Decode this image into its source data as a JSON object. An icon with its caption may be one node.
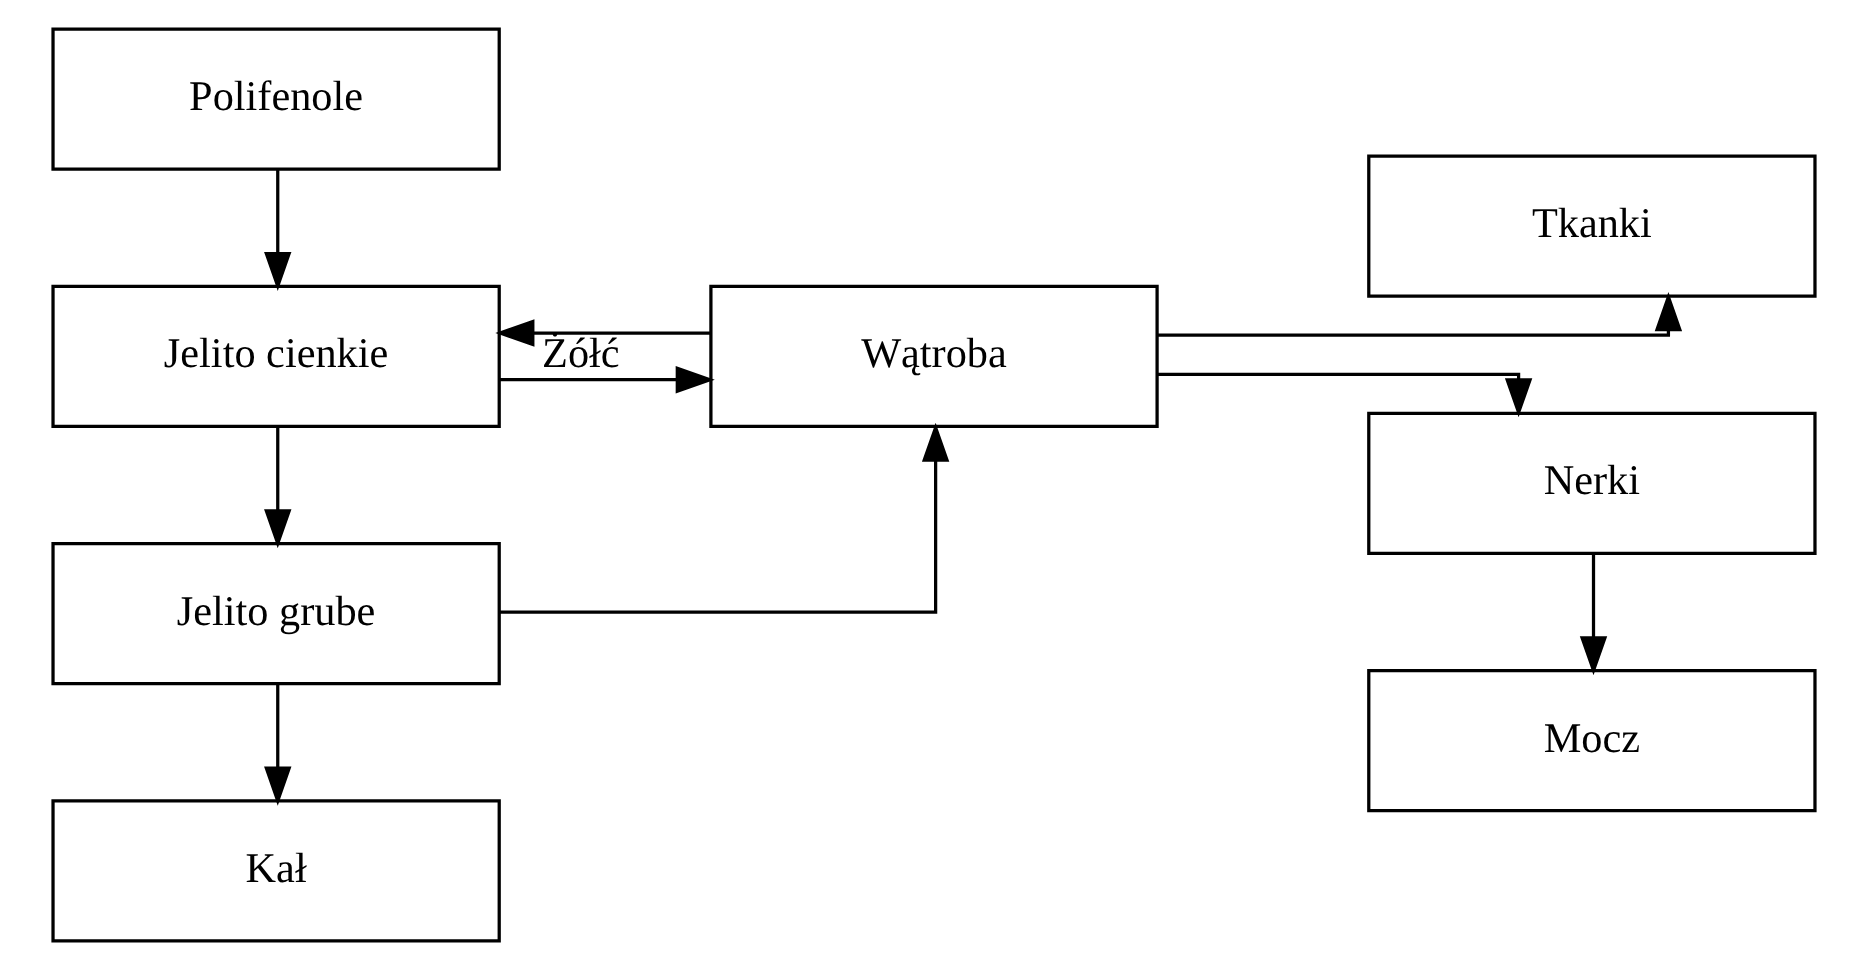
{
  "diagram": {
    "nodes": [
      {
        "text": [
          "Polifenole"
        ]
      },
      {
        "text": [
          "Jelito cienkie"
        ]
      },
      {
        "text": [
          "Wątroba"
        ]
      },
      {
        "text": [
          "Tkanki"
        ]
      },
      {
        "text": [
          "Jelito grube"
        ]
      },
      {
        "text": [
          "Nerki"
        ]
      },
      {
        "text": [
          "Kał"
        ]
      },
      {
        "text": [
          "Mocz"
        ]
      }
    ],
    "edges": [
      {
        "from": 0,
        "to": 1,
        "arrow": "to"
      },
      {
        "from": 1,
        "to": 2,
        "arrow": "to"
      },
      {
        "from": 2,
        "to": 1,
        "arrow": "to",
        "label": "Żółć"
      },
      {
        "from": 1,
        "to": 4,
        "arrow": "to"
      },
      {
        "from": 4,
        "to": 2,
        "arrow": "to"
      },
      {
        "from": 2,
        "to": 3,
        "arrow": "to"
      },
      {
        "from": 2,
        "to": 5,
        "arrow": "to"
      },
      {
        "from": 4,
        "to": 6,
        "arrow": "to"
      },
      {
        "from": 5,
        "to": 7,
        "arrow": "to"
      }
    ]
  }
}
